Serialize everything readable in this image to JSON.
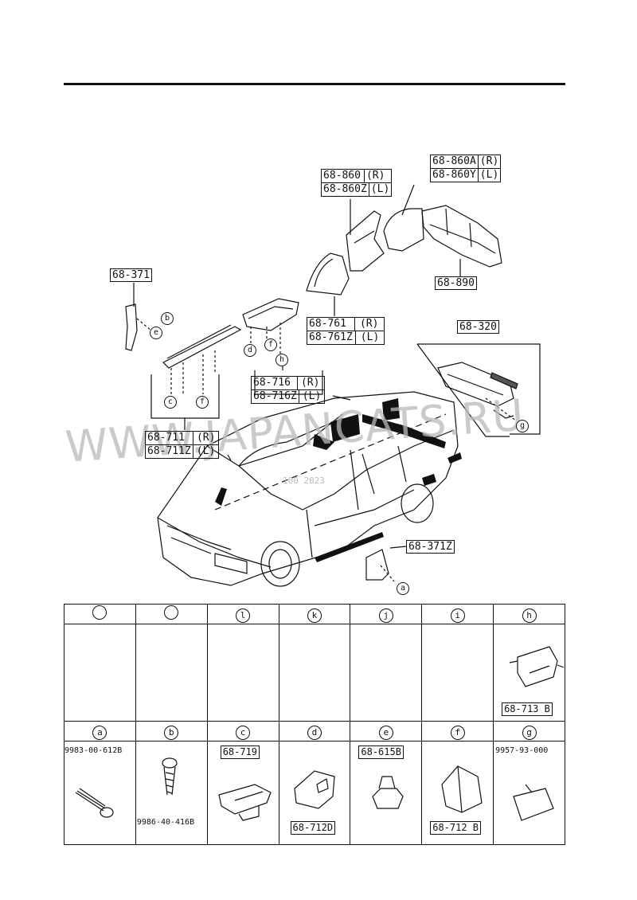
{
  "callouts": {
    "p68_371": "68-371",
    "p68_860": "68-860",
    "p68_860_side": "(R)",
    "p68_860z": "68-860Z",
    "p68_860z_side": "(L)",
    "p68_860a": "68-860A",
    "p68_860a_side": "(R)",
    "p68_860y": "68-860Y",
    "p68_860y_side": "(L)",
    "p68_890": "68-890",
    "p68_761": "68-761",
    "p68_761_side": "(R)",
    "p68_761z": "68-761Z",
    "p68_761z_side": "(L)",
    "p68_320": "68-320",
    "p68_716": "68-716",
    "p68_716_side": "(R)",
    "p68_716z": "68-716Z",
    "p68_716z_side": "(L)",
    "p68_711": "68-711",
    "p68_711_side": "(R)",
    "p68_711z": "68-711Z",
    "p68_711z_side": "(L)",
    "p68_371z": "68-371Z"
  },
  "letters": {
    "a": "a",
    "b": "b",
    "c": "c",
    "d": "d",
    "e": "e",
    "f": "f",
    "g": "g",
    "h": "h",
    "i": "i",
    "j": "j",
    "k": "k",
    "l": "l"
  },
  "watermark": {
    "text": "WWW.JAPANCATS.RU",
    "sub": "100 2023"
  },
  "table": {
    "top_row": [
      {
        "letter": "",
        "part": ""
      },
      {
        "letter": "",
        "part": ""
      },
      {
        "letter": "l",
        "part": ""
      },
      {
        "letter": "k",
        "part": ""
      },
      {
        "letter": "j",
        "part": ""
      },
      {
        "letter": "i",
        "part": ""
      },
      {
        "letter": "h",
        "part": "68-713 B"
      }
    ],
    "bottom_row": [
      {
        "letter": "a",
        "part": "9983-00-612B"
      },
      {
        "letter": "b",
        "part": "9986-40-416B"
      },
      {
        "letter": "c",
        "part": "68-719"
      },
      {
        "letter": "d",
        "part": "68-712D"
      },
      {
        "letter": "e",
        "part": "68-615B"
      },
      {
        "letter": "f",
        "part": "68-712 B"
      },
      {
        "letter": "g",
        "part": "9957-93-000"
      }
    ]
  },
  "colors": {
    "ink": "#111111",
    "watermark": "#b9b9b9"
  }
}
